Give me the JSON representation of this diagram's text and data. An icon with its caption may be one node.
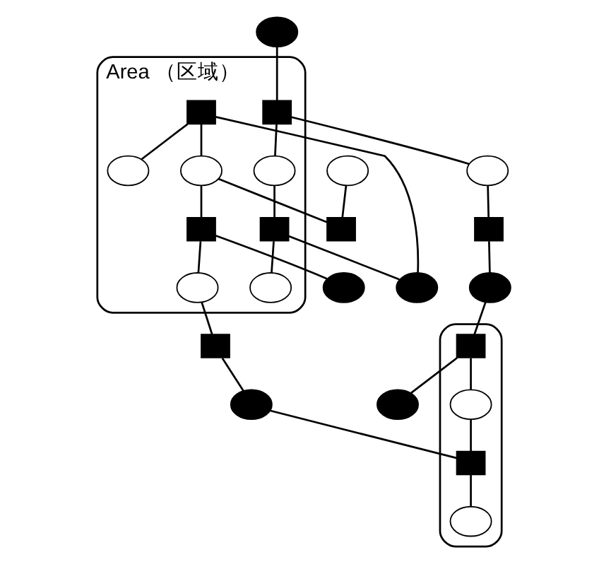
{
  "diagram": {
    "nodes": [
      {
        "text": [
          "Area （区域）"
        ]
      },
      {
        "text": [],
        "shape": "circle"
      },
      {
        "text": [],
        "shape": "box",
        "in": 0
      },
      {
        "text": [],
        "shape": "circle",
        "in": 0
      },
      {
        "text": [],
        "shape": "circle"
      },
      {
        "text": [],
        "shape": "box",
        "in": 0
      },
      {
        "text": [],
        "shape": "box"
      },
      {
        "text": [],
        "shape": "circle"
      },
      {
        "text": [],
        "shape": "circle",
        "in": 0
      },
      {
        "text": [],
        "shape": "circle"
      },
      {
        "text": [],
        "shape": "circle"
      },
      {
        "text": [],
        "shape": "ellipse"
      },
      {
        "text": [],
        "shape": "box",
        "in": 11
      },
      {
        "text": [],
        "shape": "box",
        "in": 0
      },
      {
        "text": [],
        "shape": "box"
      },
      {
        "text": [],
        "shape": "circle",
        "in": 0
      },
      {
        "text": [],
        "shape": "circle",
        "in": 0
      },
      {
        "text": [],
        "shape": "circle"
      },
      {
        "text": [],
        "shape": "circle",
        "in": 11
      },
      {
        "text": [],
        "shape": "box",
        "in": 0
      },
      {
        "text": [],
        "shape": "box",
        "in": 11
      },
      {
        "text": [],
        "shape": "circle"
      },
      {
        "text": [],
        "shape": "circle",
        "in": 0
      },
      {
        "text": [],
        "shape": "box"
      },
      {
        "text": [],
        "shape": "circle"
      },
      {
        "text": [],
        "shape": "circle",
        "in": 11
      }
    ],
    "edges": [
      {
        "from": 1,
        "to": 2,
        "arrow": "none"
      },
      {
        "from": 2,
        "to": 3,
        "arrow": "none"
      },
      {
        "from": 2,
        "to": 4,
        "arrow": "none"
      },
      {
        "from": 3,
        "to": 5,
        "arrow": "none"
      },
      {
        "from": 4,
        "to": 6,
        "arrow": "none"
      },
      {
        "from": 5,
        "to": 7,
        "arrow": "none"
      },
      {
        "from": 5,
        "to": 8,
        "arrow": "none"
      },
      {
        "from": 6,
        "to": 10,
        "arrow": "none"
      },
      {
        "from": 9,
        "to": 14,
        "arrow": "none"
      },
      {
        "from": 7,
        "to": 13,
        "arrow": "none"
      },
      {
        "from": 13,
        "to": 15,
        "arrow": "none"
      },
      {
        "from": 13,
        "to": 16,
        "arrow": "none"
      },
      {
        "from": 16,
        "to": 14,
        "arrow": "none"
      },
      {
        "from": 16,
        "to": 19,
        "arrow": "none"
      },
      {
        "from": 19,
        "to": 21,
        "arrow": "none"
      },
      {
        "from": 19,
        "to": 22,
        "arrow": "none"
      },
      {
        "from": 22,
        "to": 23,
        "arrow": "none"
      },
      {
        "from": 23,
        "to": 24,
        "arrow": "none"
      },
      {
        "from": 24,
        "to": 20,
        "arrow": "none"
      },
      {
        "from": 10,
        "to": 12,
        "arrow": "none"
      },
      {
        "from": 12,
        "to": 18,
        "arrow": "none"
      },
      {
        "from": 12,
        "to": 17,
        "arrow": "none"
      },
      {
        "from": 18,
        "to": 20,
        "arrow": "none"
      },
      {
        "from": 20,
        "to": 25,
        "arrow": "none"
      }
    ]
  }
}
